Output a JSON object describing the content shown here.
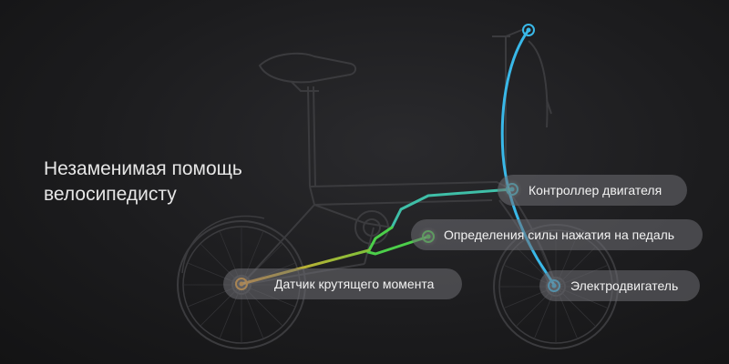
{
  "headline": {
    "line1": "Незаменимая помощь",
    "line2": "велосипедисту"
  },
  "callouts": {
    "controller": {
      "label": "Контроллер двигателя",
      "color": "#3fb5c8"
    },
    "pedal_sensor": {
      "label": "Определения силы нажатия на педаль",
      "color": "#4ccf4a"
    },
    "torque_sensor": {
      "label": "Датчик крутящего момента",
      "color": "#f0a030"
    },
    "motor": {
      "label": "Электродвигатель",
      "color": "#39b8e8"
    }
  },
  "icons": {
    "bicycle": "bicycle-illustration",
    "marker": "circle-dot-icon"
  },
  "colors": {
    "background": "#1c1c1e",
    "bike_outline": "#3a3a3c",
    "pill": "#6e6e73"
  }
}
